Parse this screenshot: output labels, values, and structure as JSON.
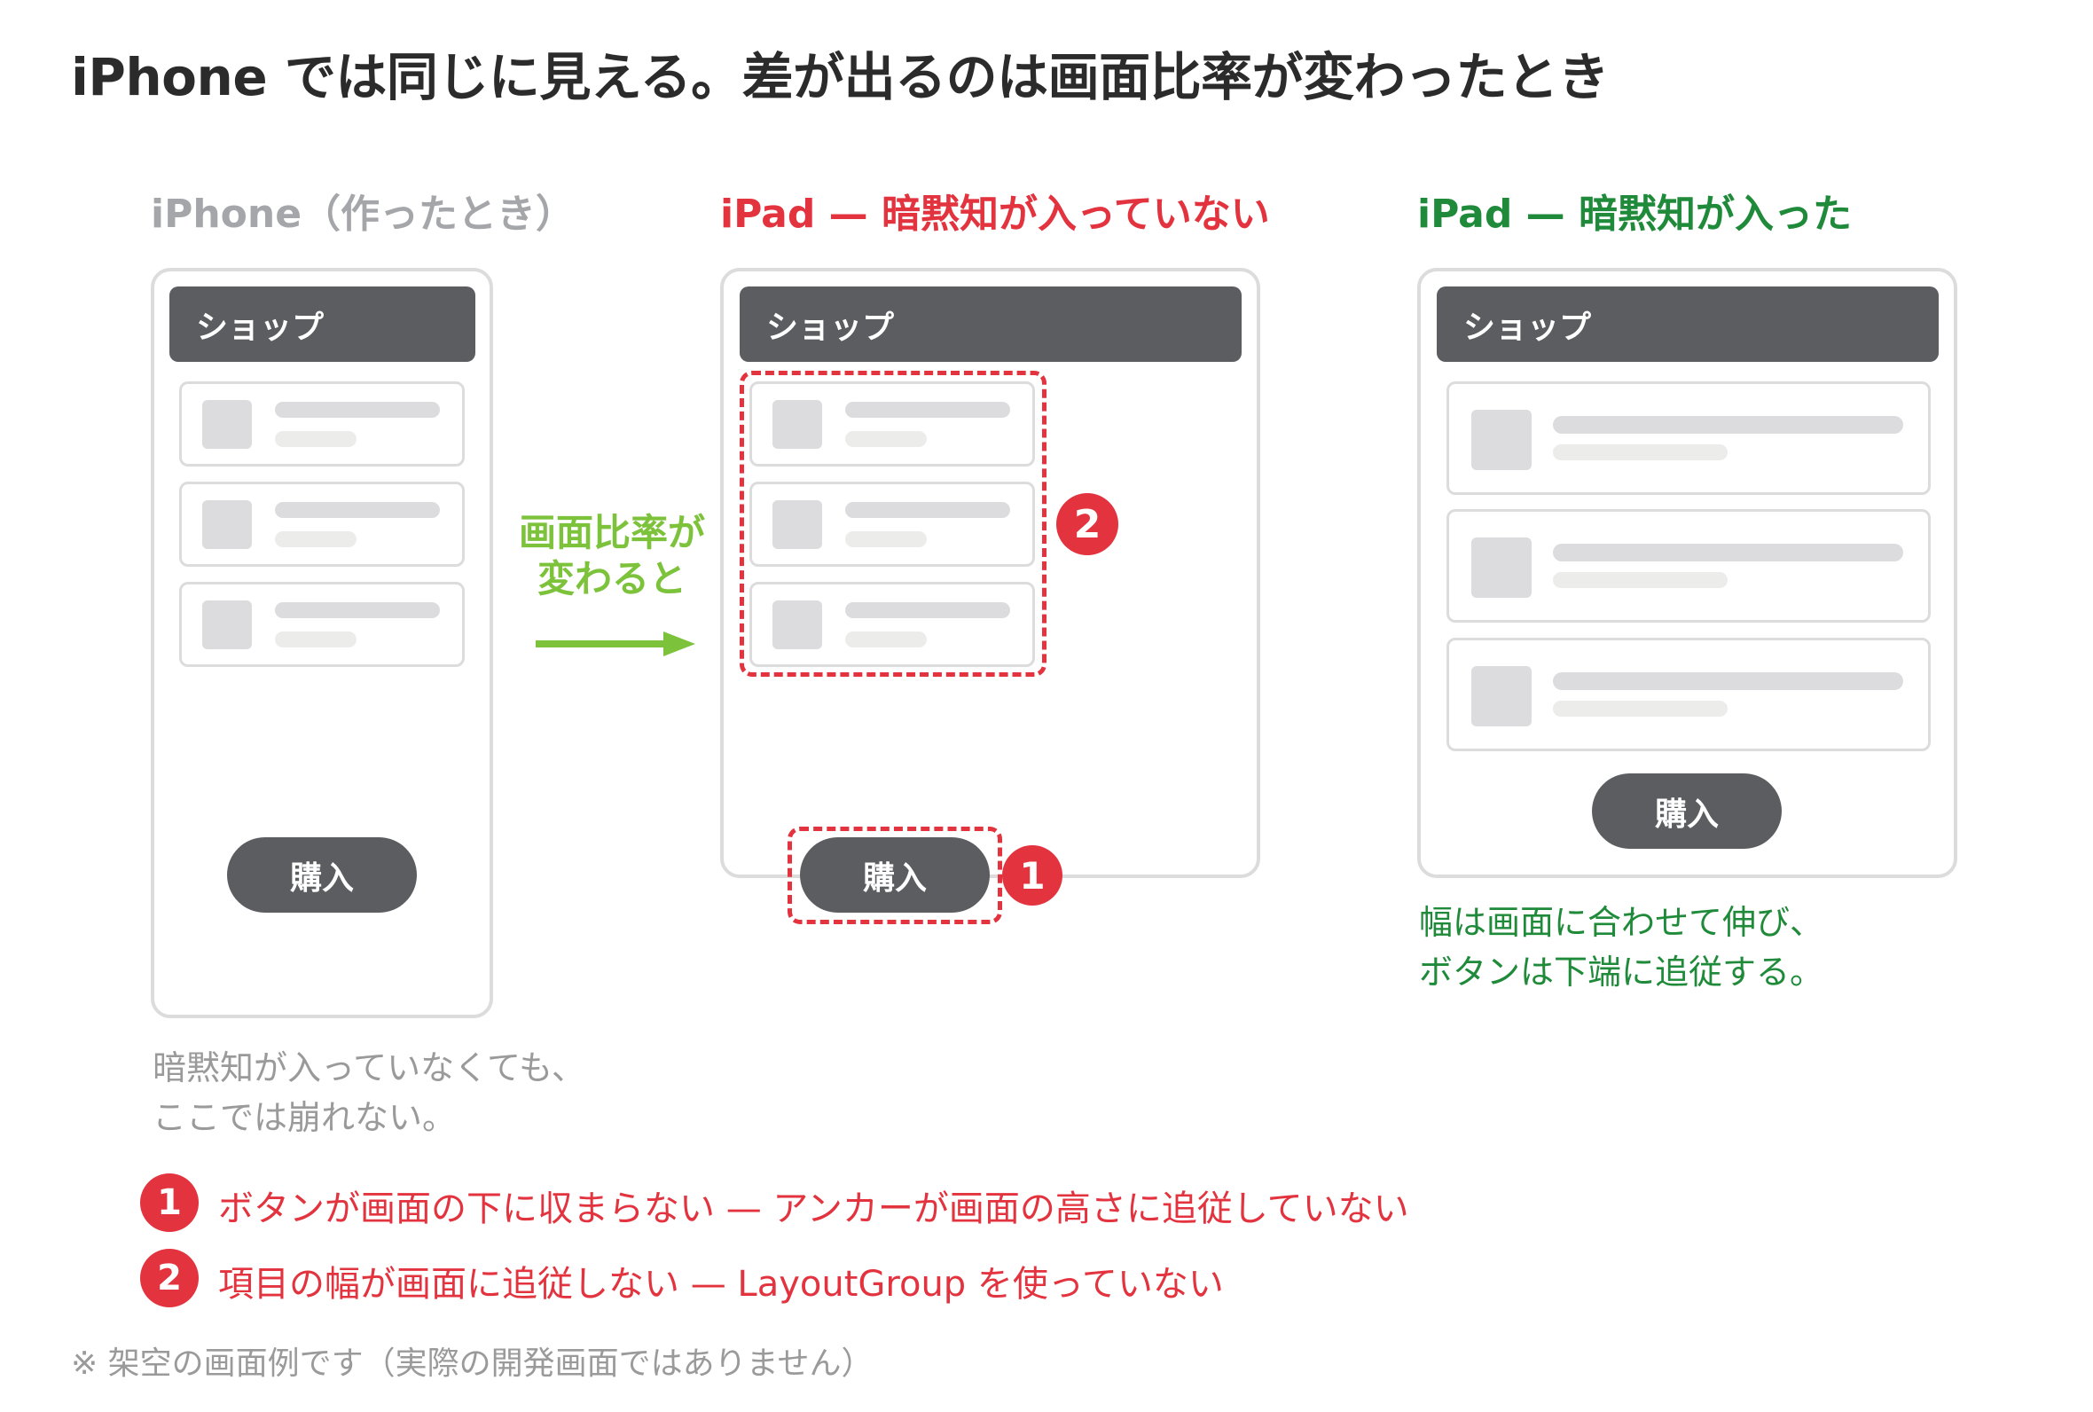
{
  "title": "iPhone では同じに見える。差が出るのは画面比率が変わったとき",
  "columns": {
    "iphone": {
      "heading": "iPhone（作ったとき）",
      "nav_title": "ショップ",
      "button_label": "購入"
    },
    "ipad_bad": {
      "heading": "iPad — 暗黙知が入っていない",
      "nav_title": "ショップ",
      "button_label": "購入"
    },
    "ipad_good": {
      "heading": "iPad — 暗黙知が入った",
      "nav_title": "ショップ",
      "button_label": "購入"
    }
  },
  "arrow_label": {
    "line1": "画面比率が",
    "line2": "変わると"
  },
  "notes": {
    "iphone": {
      "line1": "暗黙知が入っていなくても、",
      "line2": "ここでは崩れない。"
    },
    "ipad_good": {
      "line1": "幅は画面に合わせて伸び、",
      "line2": "ボタンは下端に追従する。"
    }
  },
  "badges": {
    "one": "1",
    "two": "2"
  },
  "legend": [
    {
      "number": "1",
      "text": "ボタンが画面の下に収まらない — アンカーが画面の高さに追従していない"
    },
    {
      "number": "2",
      "text": "項目の幅が画面に追従しない — LayoutGroup を使っていない"
    }
  ],
  "footer": "※ 架空の画面例です（実際の開発画面ではありません）",
  "colors": {
    "red": "#e2333e",
    "green": "#1f8a39",
    "lime": "#7cc23a",
    "dark": "#5b5d61",
    "gray_text": "#9a9a9a"
  }
}
